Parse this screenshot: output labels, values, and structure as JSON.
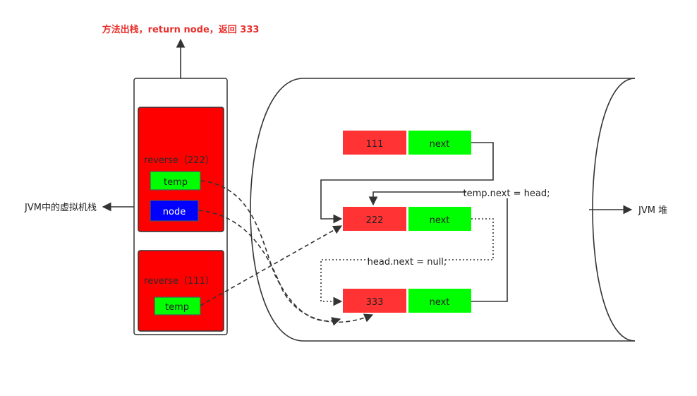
{
  "title": "方法出栈，return node，返回  333",
  "stack_label": "JVM中的虚拟机栈",
  "heap_label": "JVM 堆",
  "frames": [
    {
      "name": "reverse（222）",
      "vars": [
        "temp",
        "node"
      ]
    },
    {
      "name": "reverse（111）",
      "vars": [
        "temp"
      ]
    }
  ],
  "nodes": [
    {
      "value": "111",
      "next_label": "next"
    },
    {
      "value": "222",
      "next_label": "next"
    },
    {
      "value": "333",
      "next_label": "next"
    }
  ],
  "annotations": {
    "temp_next": "temp.next = head;",
    "head_next": "head.next = null;"
  },
  "colors": {
    "title": "#e8302c",
    "frame_fill": "#ff0000",
    "var_temp_fill": "#00ff00",
    "var_node_fill": "#0000ff",
    "node_value_fill": "#ff3333",
    "node_next_fill": "#00ff00"
  }
}
